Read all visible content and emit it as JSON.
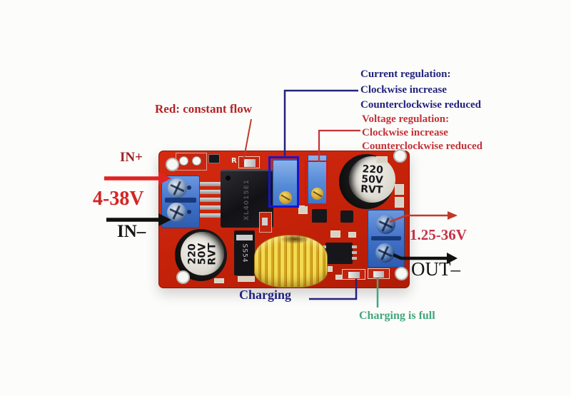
{
  "annotations": {
    "red_led_label": "Red: constant flow",
    "current_regulation": {
      "title": "Current regulation:",
      "line1": "Clockwise increase",
      "line2": "Counterclockwise reduced"
    },
    "voltage_regulation": {
      "title": "Voltage regulation:",
      "line1": "Clockwise increase",
      "line2": "Counterclockwise reduced"
    },
    "input": {
      "positive_label": "IN+",
      "voltage_range": "4-38V",
      "negative_label": "IN–"
    },
    "output": {
      "voltage_range": "1.25-36V",
      "negative_label": "OUT–"
    },
    "charging_label": "Charging",
    "charging_full_label": "Charging is full"
  },
  "board": {
    "led_silkscreen": "R",
    "ic_marking": "XL4015E1",
    "diode_marking": "SS54",
    "capacitor_output": {
      "line1": "220",
      "line2": "50V",
      "line3": "RVT"
    },
    "capacitor_input": {
      "line1": "220",
      "line2": "50V",
      "line3": "RVT"
    }
  },
  "colors": {
    "annotation_red": "#b32427",
    "annotation_navy": "#23237d",
    "annotation_green": "#41a67c",
    "pcb_red": "#c42109",
    "terminal_blue": "#3f6fc6",
    "inductor_yellow": "#e8c340"
  }
}
